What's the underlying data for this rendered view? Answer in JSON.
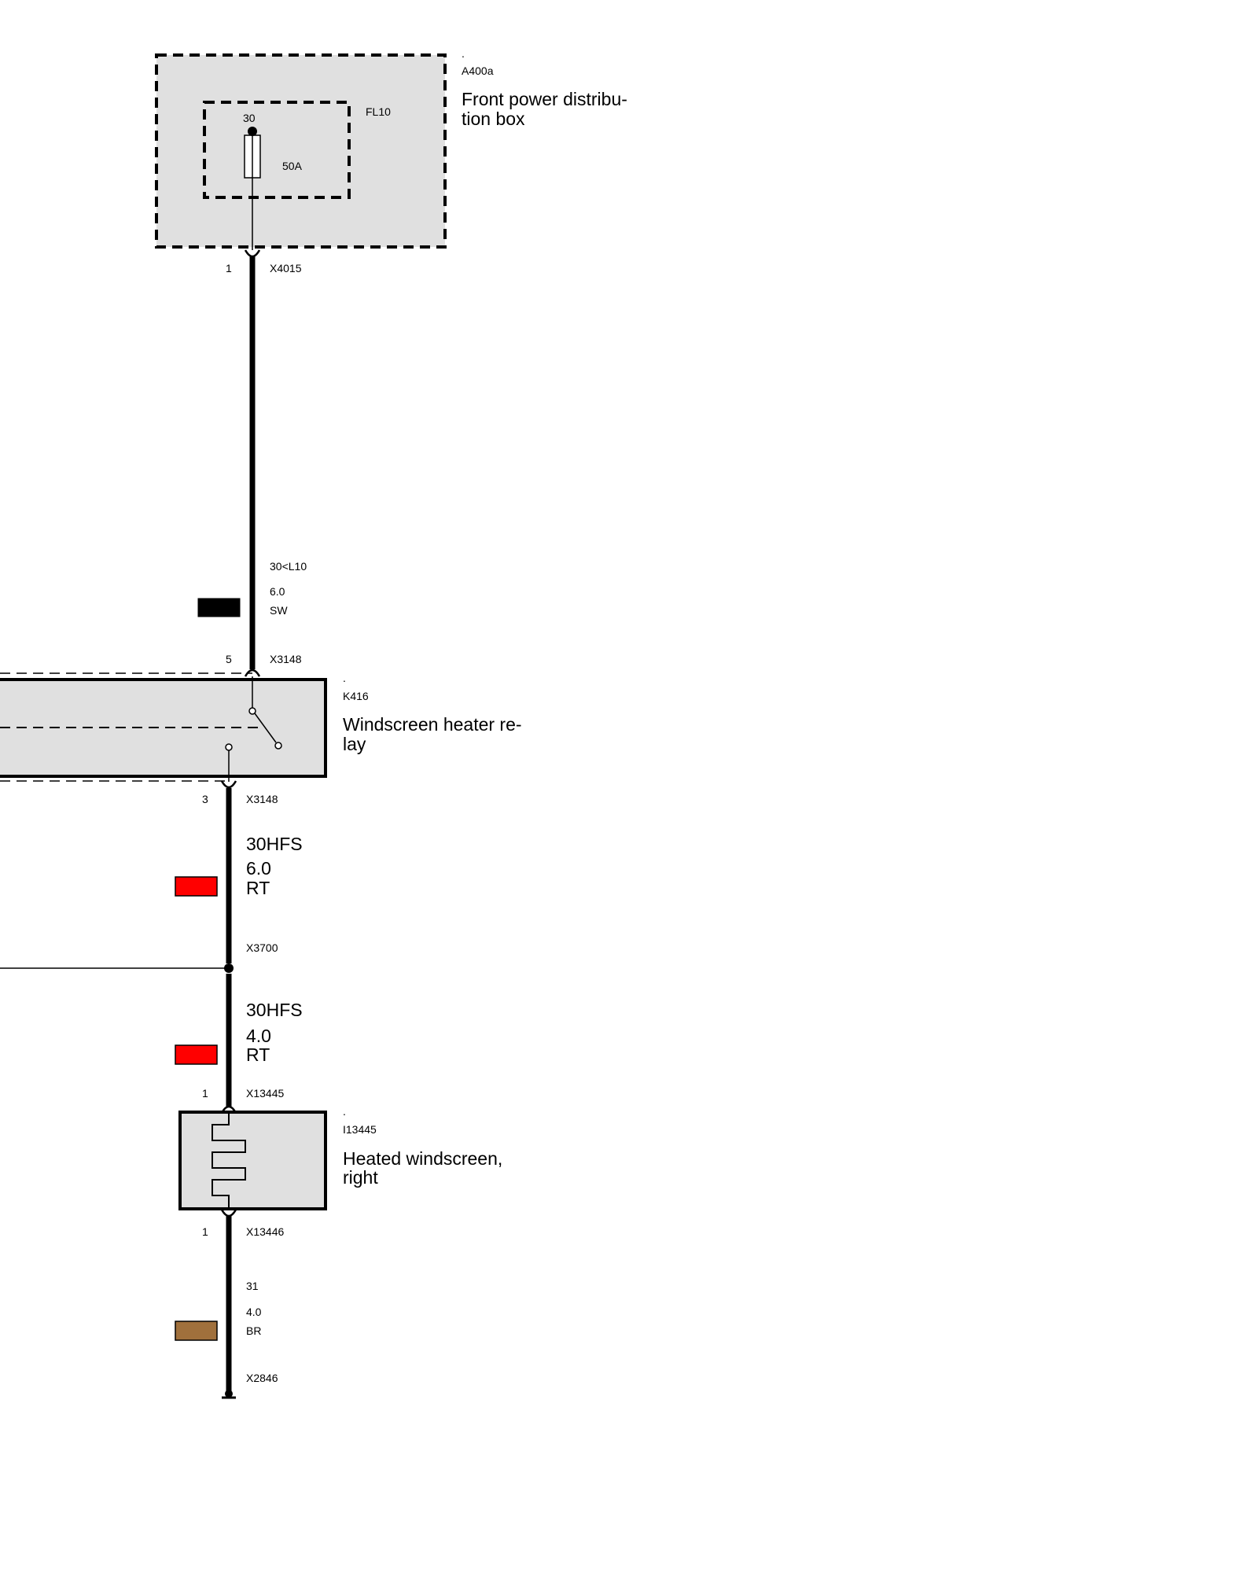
{
  "colors": {
    "box_fill": "#e0e0e0",
    "wire": "#000000",
    "sw": "#000000",
    "rt": "#ff0000",
    "br": "#a0703c"
  },
  "fuse_box": {
    "dot": ".",
    "id": "A400a",
    "name_line1": "Front power distribu-",
    "name_line2": "tion box",
    "fuse_id": "FL10",
    "fuse_pin": "30",
    "fuse_rating": "50A"
  },
  "conn_x4015": {
    "pin": "1",
    "id": "X4015"
  },
  "wire1": {
    "signal": "30<L10",
    "gauge": "6.0",
    "color": "SW",
    "color_icon": "wire-color-black-icon"
  },
  "conn_x3148_in": {
    "pin": "5",
    "id": "X3148"
  },
  "relay": {
    "dot": ".",
    "id": "K416",
    "name_line1": "Windscreen heater re-",
    "name_line2": "lay"
  },
  "conn_x3148_out": {
    "pin": "3",
    "id": "X3148"
  },
  "wire2": {
    "signal": "30HFS",
    "gauge": "6.0",
    "color": "RT",
    "color_icon": "wire-color-red-icon"
  },
  "splice_x3700": {
    "id": "X3700"
  },
  "wire3": {
    "signal": "30HFS",
    "gauge": "4.0",
    "color": "RT",
    "color_icon": "wire-color-red-icon"
  },
  "conn_x13445": {
    "pin": "1",
    "id": "X13445"
  },
  "heater": {
    "dot": ".",
    "id": "I13445",
    "name_line1": "Heated windscreen,",
    "name_line2": "right"
  },
  "conn_x13446": {
    "pin": "1",
    "id": "X13446"
  },
  "wire4": {
    "signal": "31",
    "gauge": "4.0",
    "color": "BR",
    "color_icon": "wire-color-brown-icon"
  },
  "ground_x2846": {
    "id": "X2846"
  }
}
